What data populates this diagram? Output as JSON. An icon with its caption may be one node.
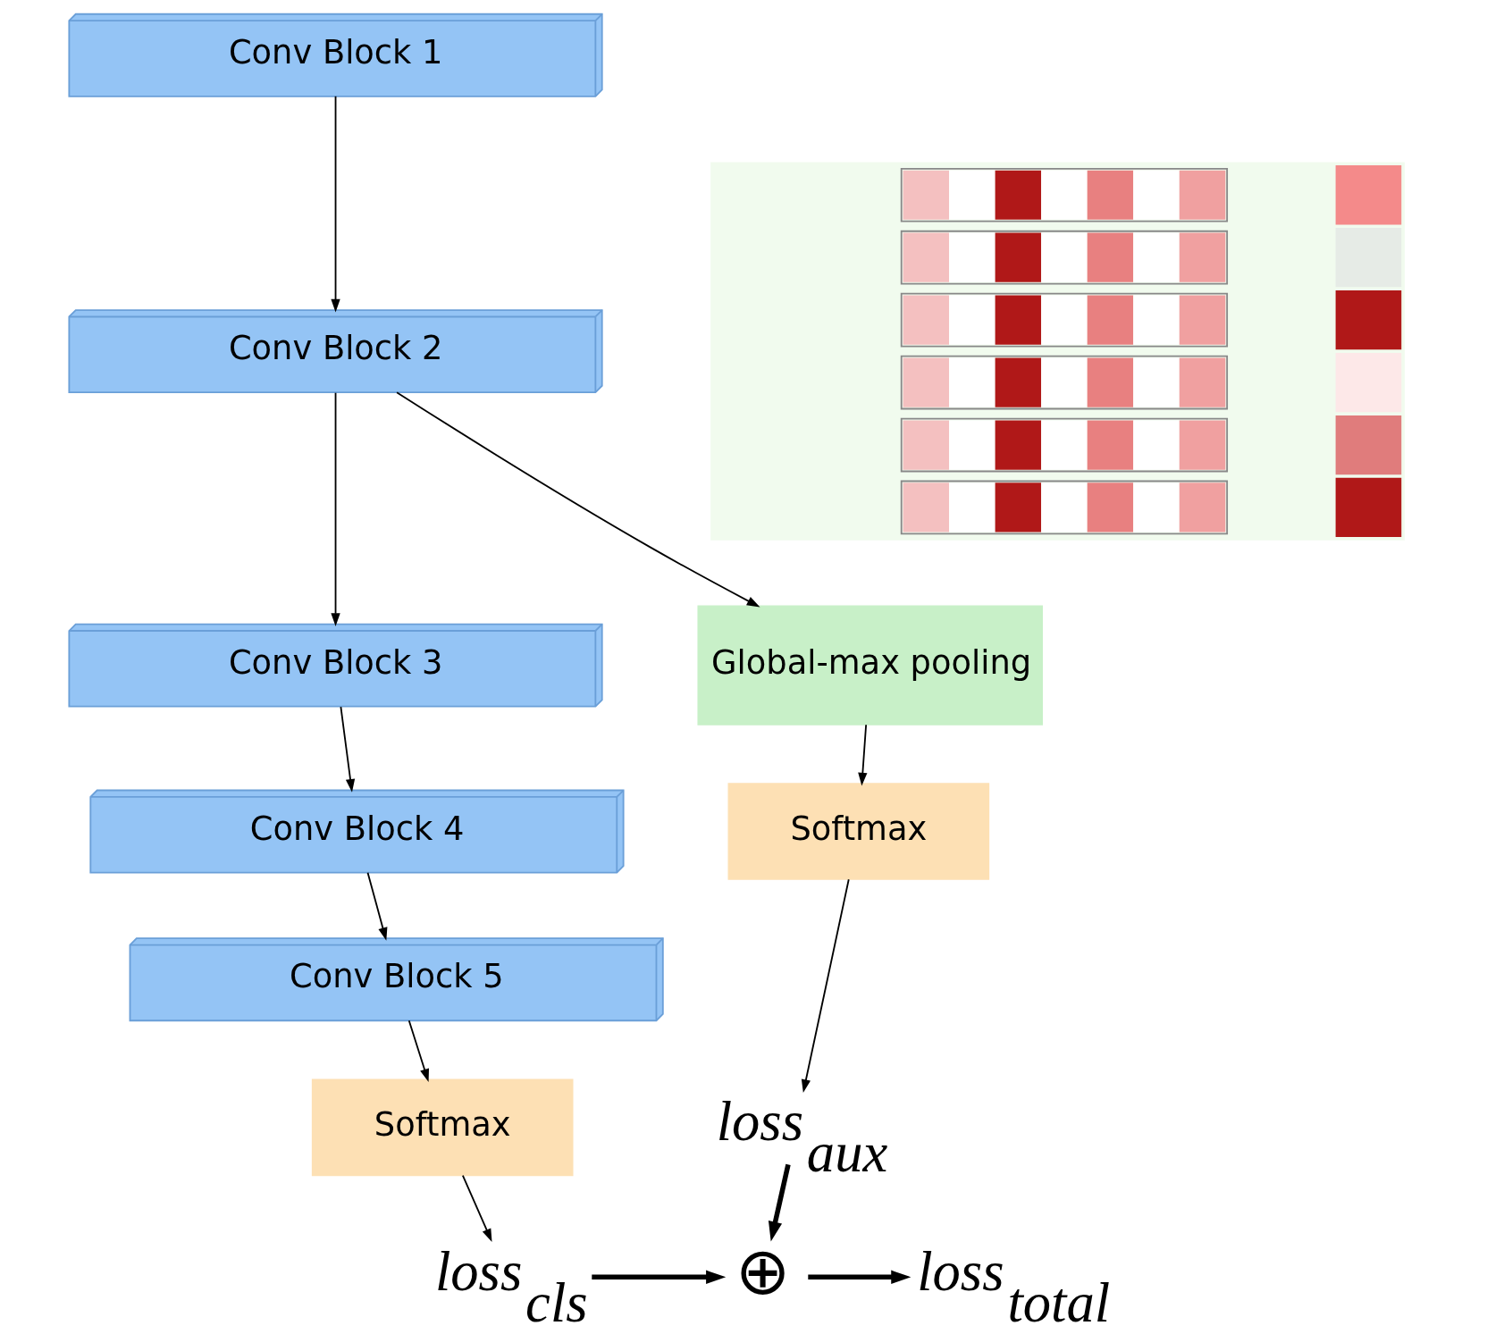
{
  "diagram": {
    "nodes": [
      {
        "text": [
          "Conv Block 1"
        ]
      },
      {
        "text": [
          "Conv Block 2"
        ]
      },
      {
        "text": [
          "Conv Block 3"
        ]
      },
      {
        "text": [
          "Conv Block 4"
        ]
      },
      {
        "text": [
          "Conv Block 5"
        ]
      },
      {
        "text": [
          "Softmax"
        ]
      },
      {
        "text": [
          "loss$_{cls}$"
        ]
      },
      {
        "text": [],
        "shape": "picture"
      },
      {
        "text": [
          "Global-max pooling"
        ]
      },
      {
        "text": [
          "Softmax"
        ]
      },
      {
        "text": [
          "loss$_{aux}$"
        ]
      },
      {
        "text": [
          "⊕"
        ]
      },
      {
        "text": [
          "loss$_{total}$"
        ]
      }
    ],
    "edges": [
      {
        "from": 0,
        "to": 1,
        "arrow": "to"
      },
      {
        "from": 1,
        "to": 2,
        "arrow": "to"
      },
      {
        "from": 1,
        "to": 8,
        "arrow": "to"
      },
      {
        "from": 2,
        "to": 3,
        "arrow": "to"
      },
      {
        "from": 3,
        "to": 4,
        "arrow": "to"
      },
      {
        "from": 4,
        "to": 5,
        "arrow": "to"
      },
      {
        "from": 5,
        "to": 6,
        "arrow": "to"
      },
      {
        "from": 8,
        "to": 9,
        "arrow": "to"
      },
      {
        "from": 9,
        "to": 10,
        "arrow": "to"
      },
      {
        "from": 10,
        "to": 11,
        "arrow": "to",
        "style": "thick"
      },
      {
        "from": 6,
        "to": 11,
        "arrow": "to",
        "style": "thick"
      },
      {
        "from": 11,
        "to": 12,
        "arrow": "to",
        "style": "thick"
      }
    ]
  }
}
